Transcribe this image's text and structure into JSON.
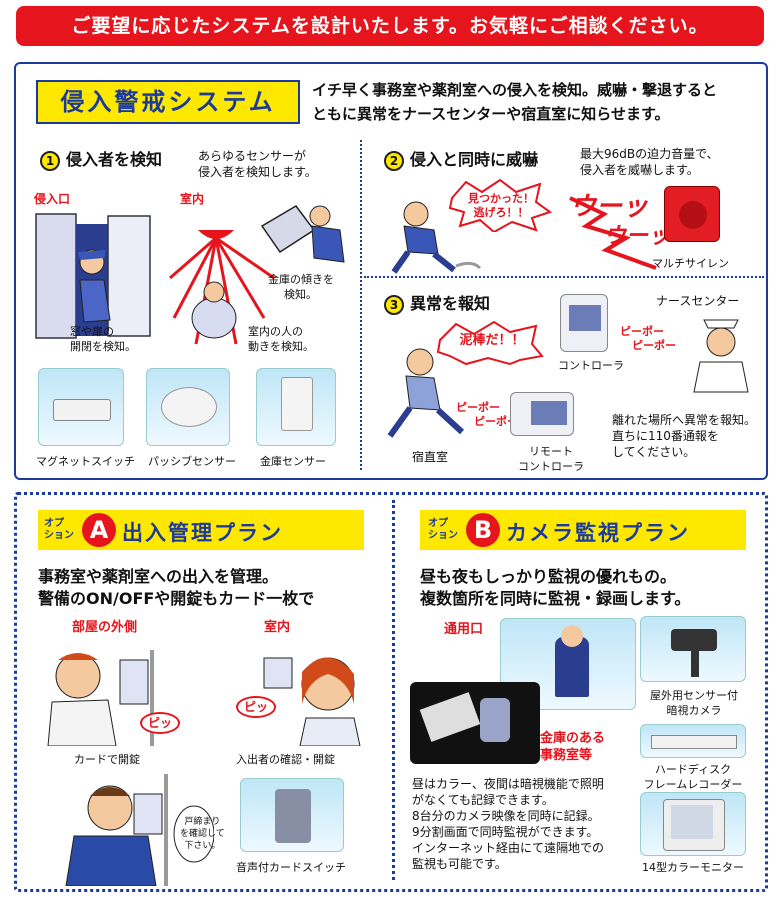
{
  "banner": "ご要望に応じたシステムを設計いたします。お気軽にご相談ください。",
  "intrusion": {
    "title": "侵入警戒システム",
    "desc_1": "イチ早く事務室や薬剤室への侵入を検知。威嚇・撃退すると",
    "desc_2": "ともに異常をナースセンターや宿直室に知らせます。",
    "s1": {
      "num": "1",
      "heading": "侵入者を検知",
      "desc_1": "あらゆるセンサーが",
      "desc_2": "侵入者を検知します。",
      "entrance": "侵入口",
      "room": "室内",
      "door_1": "窓や扉の",
      "door_2": "開閉を検知。",
      "safe_1": "金庫の傾きを",
      "safe_2": "検知。",
      "person_1": "室内の人の",
      "person_2": "動きを検知。",
      "products": [
        "マグネットスイッチ",
        "パッシブセンサー",
        "金庫センサー"
      ]
    },
    "s2": {
      "num": "2",
      "heading": "侵入と同時に威嚇",
      "desc_1": "最大96dBの迫力音量で、",
      "desc_2": "侵入者を威嚇します。",
      "bubble_1": "見つかった！",
      "bubble_2": "逃げろ！！",
      "siren_1": "ウーッ",
      "siren_2": "ウーッ",
      "siren_label": "マルチサイレン"
    },
    "s3": {
      "num": "3",
      "heading": "異常を報知",
      "bubble": "泥棒だ！！",
      "nurse": "ナースセンター",
      "controller": "コントローラ",
      "beep_1": "ピーポー",
      "beep_2": "ピーポー",
      "beep_3": "ピーポー",
      "beep_4": "ピーポー",
      "night": "宿直室",
      "remote_1": "リモート",
      "remote_2": "コントローラ",
      "alert_1": "離れた場所へ異常を報知。",
      "alert_2": "直ちに110番通報を",
      "alert_3": "してください。"
    }
  },
  "option_a": {
    "tag_1": "オプ",
    "tag_2": "ション",
    "letter": "A",
    "title": "出入管理プラン",
    "desc_1": "事務室や薬剤室への出入を管理。",
    "desc_2": "警備のON/OFFや開錠もカード一枚で",
    "outside": "部屋の外側",
    "inside": "室内",
    "beep": "ピッ",
    "beep_2": "ピッ",
    "card_unlock": "カードで開錠",
    "confirm": "入出者の確認・開錠",
    "speech_1": "戸締まり",
    "speech_2": "を確認して",
    "speech_3": "下さい。",
    "card_switch": "音声付カードスイッチ"
  },
  "option_b": {
    "tag_1": "オプ",
    "tag_2": "ション",
    "letter": "B",
    "title": "カメラ監視プラン",
    "desc_1": "昼も夜もしっかり監視の優れもの。",
    "desc_2": "複数箇所を同時に監視・録画します。",
    "gate": "通用口",
    "safe_room_1": "金庫のある",
    "safe_room_2": "事務室等",
    "body": [
      "昼はカラー、夜間は暗視機能で照明",
      "がなくても記録できます。",
      "8台分のカメラ映像を同時に記録。",
      "9分割画面で同時監視ができます。",
      "インターネット経由にて遠隔地での",
      "監視も可能です。"
    ],
    "cam_1": "屋外用センサー付",
    "cam_2": "暗視カメラ",
    "hdd_1": "ハードディスク",
    "hdd_2": "フレームレコーダー",
    "monitor": "14型カラーモニター"
  }
}
